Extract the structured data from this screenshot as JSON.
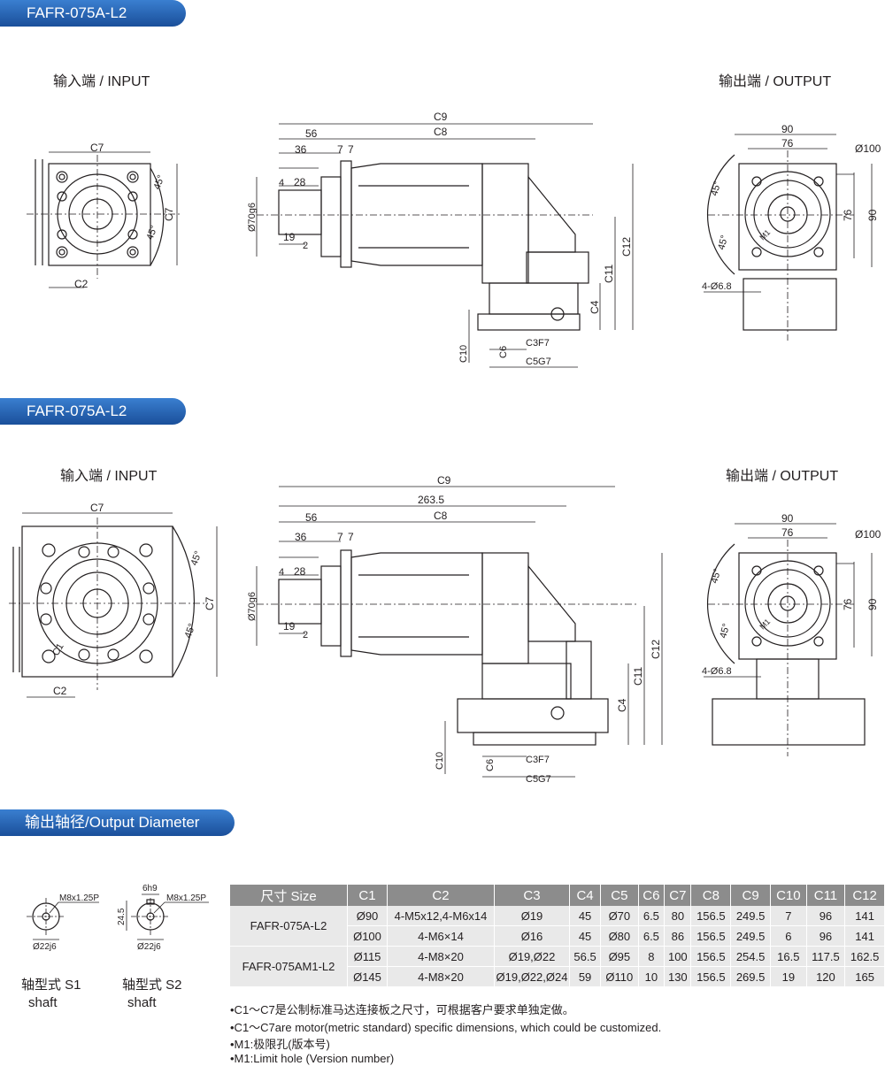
{
  "sections": [
    {
      "title": "FAFR-075A-L2",
      "input_label": "输入端 / INPUT",
      "output_label": "输出端 / OUTPUT"
    },
    {
      "title": "FAFR-075A-L2",
      "input_label": "输入端 / INPUT",
      "output_label": "输出端 / OUTPUT"
    }
  ],
  "drawing_labels": {
    "input": {
      "c7_top": "C7",
      "c7_side": "C7",
      "c2": "C2",
      "c1": "C1",
      "ang1": "45°",
      "ang2": "45°"
    },
    "side": {
      "c9": "C9",
      "c8": "C8",
      "d263": "263.5",
      "d56": "56",
      "d36": "36",
      "d7a": "7",
      "d7b": "7",
      "d4": "4",
      "d28": "28",
      "d70": "Ø70g6",
      "d19": "19",
      "d2": "2",
      "c12": "C12",
      "c11": "C11",
      "c4": "C4",
      "c10": "C10",
      "c6": "C6",
      "c3": "C3F7",
      "c5": "C5G7"
    },
    "output": {
      "d90": "90",
      "d76": "76",
      "d100": "Ø100",
      "v76": "76",
      "v90": "90",
      "ang1": "45°",
      "ang2": "45°",
      "holes": "4-Ø6.8",
      "m1": "M1"
    }
  },
  "output_diameter": {
    "title": "输出轴径/Output Diameter",
    "s1": {
      "thread": "M8x1.25P",
      "dia": "Ø22j6",
      "name_cn": "轴型式 S1",
      "name_en": "shaft"
    },
    "s2": {
      "thread": "M8x1.25P",
      "key": "6h9",
      "depth": "24.5",
      "dia": "Ø22j6",
      "name_cn": "轴型式 S2",
      "name_en": "shaft"
    }
  },
  "table": {
    "headers": [
      "尺寸 Size",
      "C1",
      "C2",
      "C3",
      "C4",
      "C5",
      "C6",
      "C7",
      "C8",
      "C9",
      "C10",
      "C11",
      "C12"
    ],
    "groups": [
      {
        "model": "FAFR-075A-L2",
        "rows": [
          [
            "Ø90",
            "4-M5x12,4-M6x14",
            "Ø19",
            "45",
            "Ø70",
            "6.5",
            "80",
            "156.5",
            "249.5",
            "7",
            "96",
            "141"
          ],
          [
            "Ø100",
            "4-M6×14",
            "Ø16",
            "45",
            "Ø80",
            "6.5",
            "86",
            "156.5",
            "249.5",
            "6",
            "96",
            "141"
          ]
        ]
      },
      {
        "model": "FAFR-075AM1-L2",
        "rows": [
          [
            "Ø115",
            "4-M8×20",
            "Ø19,Ø22",
            "56.5",
            "Ø95",
            "8",
            "100",
            "156.5",
            "254.5",
            "16.5",
            "117.5",
            "162.5"
          ],
          [
            "Ø145",
            "4-M8×20",
            "Ø19,Ø22,Ø24",
            "59",
            "Ø110",
            "10",
            "130",
            "156.5",
            "269.5",
            "19",
            "120",
            "165"
          ]
        ]
      }
    ]
  },
  "notes": [
    "•C1～C7是公制标准马达连接板之尺寸，可根据客户要求单独定做。",
    "•C1～C7are motor(metric standard) specific dimensions, which could be customized.",
    "•M1:极限孔(版本号)",
    "•M1:Limit hole (Version number)"
  ]
}
